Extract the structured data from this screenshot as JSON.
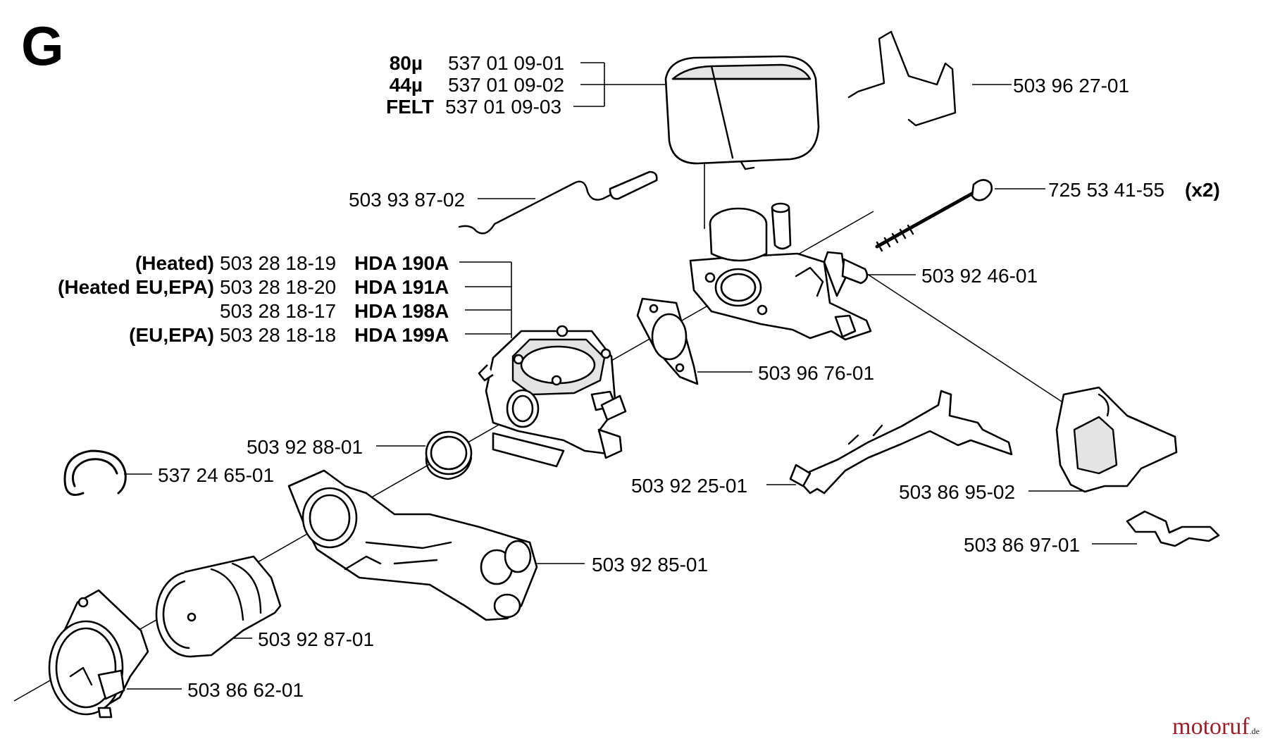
{
  "section": "G",
  "watermark": {
    "brand": "motoruf",
    "tld": ".de"
  },
  "filter": {
    "rows": [
      {
        "grade": "80µ",
        "number": "537 01 09-01"
      },
      {
        "grade": "44µ",
        "number": "537 01 09-02"
      },
      {
        "grade": "FELT",
        "number": "537 01 09-03"
      }
    ]
  },
  "carburetor": {
    "rows": [
      {
        "note": "(Heated)",
        "number": "503 28 18-19",
        "model": "HDA 190A"
      },
      {
        "note": "(Heated EU,EPA)",
        "number": "503 28 18-20",
        "model": "HDA 191A"
      },
      {
        "note": "",
        "number": "503 28 18-17",
        "model": "HDA 198A"
      },
      {
        "note": "(EU,EPA)",
        "number": "503 28 18-18",
        "model": "HDA 199A"
      }
    ]
  },
  "parts": {
    "p_503962701": "503 96 27-01",
    "p_725534155": "725 53 41-55",
    "p_725534155_qty": "(x2)",
    "p_503938702": "503 93 87-02",
    "p_503924601": "503 92 46-01",
    "p_503967601": "503 96 76-01",
    "p_503928801": "503 92 88-01",
    "p_537246501": "537 24 65-01",
    "p_503922501": "503 92 25-01",
    "p_503869502": "503 86 95-02",
    "p_503869701": "503 86 97-01",
    "p_503928501": "503 92 85-01",
    "p_503928701": "503 92 87-01",
    "p_503866201": "503 86 62-01"
  }
}
